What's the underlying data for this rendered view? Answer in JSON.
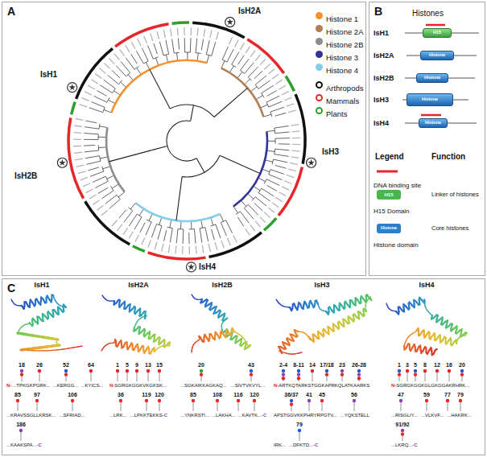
{
  "diagram": {
    "nodes": [
      {
        "text": [
          "A"
        ]
      },
      {
        "text": [
          "B"
        ]
      },
      {
        "text": [
          "C"
        ]
      },
      {
        "text": [
          "H15"
        ],
        "in": 1
      },
      {
        "text": [
          "Histone"
        ],
        "in": 1
      },
      {
        "text": [
          "Histone"
        ],
        "in": 1
      },
      {
        "text": [
          "Histone"
        ],
        "in": 1
      },
      {
        "text": [
          "Histone"
        ],
        "in": 1
      }
    ],
    "labels": [
      "IsH2A",
      "IsH1",
      "IsH2B",
      "IsH3",
      "IsH4",
      "Histones",
      "IsH1",
      "IsH2A",
      "IsH2B",
      "IsH3",
      "IsH4",
      "Legend",
      "Function",
      "H15",
      "Linker of histones",
      "Histone",
      "Core histones",
      "IsH1",
      "IsH2A",
      "IsH2B",
      "IsH3",
      "IsH4",
      "18",
      "26",
      "52",
      "64",
      "N-",
      "...TPKGKPGRK...",
      "...KERGG...",
      "...KYICS...",
      "85",
      "97",
      "106",
      "...KRAVSSGLLKRSK...",
      "...SFRIAD...",
      "186",
      "...KAAKSPA...",
      "-C",
      "1",
      "5",
      "9",
      "13",
      "15",
      "N-",
      "SGRGKGGKVKGKSK...",
      "36",
      "119",
      "120",
      "...LRK...",
      "...LPKKTEKKS",
      "-C",
      "20",
      "43",
      "...SGKAIKKAGKAQ...",
      "...SIVTVKVYL...",
      "85",
      "108",
      "116",
      "120",
      "...YNKRSTI...",
      "...LAKHA...",
      "...KAVTK...",
      "-C",
      "2-4",
      "8-11",
      "14",
      "17/18",
      "23",
      "26-28",
      "N-",
      "ARTKQTARKSTGGKAPRKQLATKAARKS",
      "36/37",
      "41",
      "45",
      "56",
      "APSTGGVKKPHRYRPGTV...",
      "...YQKSTELL",
      "79",
      "IRK...",
      "...DFKTD...",
      "-C",
      "1",
      "3",
      "5",
      "8",
      "12",
      "16",
      "20",
      "N-",
      "SGRGKGGKGLGKGGAKRHRK...",
      "47",
      "59",
      "77",
      "79",
      "...RISGLIY...",
      "...VLKVF...",
      "...HAKRK...",
      "91/92",
      "...LKRQ...",
      "-C"
    ],
    "legend": [
      {
        "text": "Histone 1",
        "color": "#f5922f"
      },
      {
        "text": "Histone 2A",
        "color": "#b07d55"
      },
      {
        "text": "Histone 2B",
        "color": "#8c8c8c"
      },
      {
        "text": "Histone 3",
        "color": "#33339a"
      },
      {
        "text": "Histone 4",
        "color": "#86cde8"
      },
      {
        "text": "Arthropods"
      },
      {
        "text": "Mammals"
      },
      {
        "text": "Plants"
      },
      {
        "text": "DNA binding site"
      },
      {
        "text": "H15 Domain",
        "color": "#49b54a"
      },
      {
        "text": "Histone domain",
        "color": "#2a7fcc"
      }
    ]
  }
}
